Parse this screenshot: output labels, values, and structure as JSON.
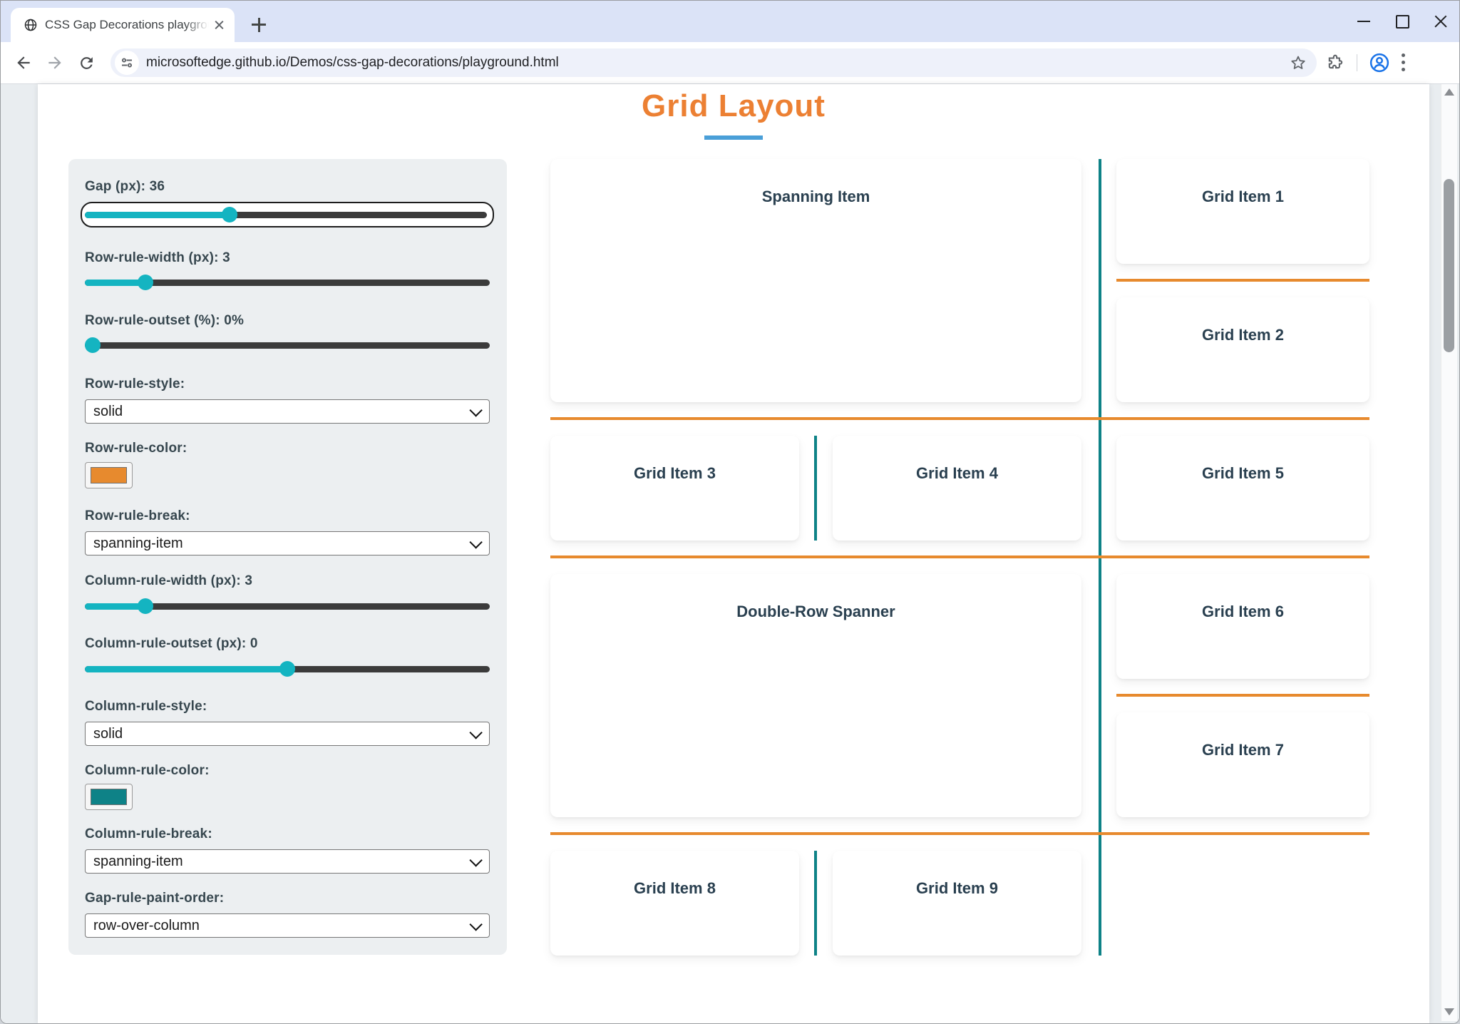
{
  "browser": {
    "tab_title": "CSS Gap Decorations playgroun",
    "url": "microsoftedge.github.io/Demos/css-gap-decorations/playground.html",
    "icons": {
      "favicon": "globe-icon",
      "back": "back-arrow-icon",
      "forward": "forward-arrow-icon",
      "reload": "reload-icon",
      "site_info": "tune-icon",
      "bookmark": "star-icon",
      "extensions": "puzzle-icon",
      "profile": "person-icon",
      "menu": "kebab-menu-icon",
      "minimize": "minimize-icon",
      "maximize": "maximize-icon",
      "close": "close-icon"
    }
  },
  "page": {
    "title": "Grid Layout",
    "title_color": "#EC8033",
    "underline_color": "#4A9FD8"
  },
  "panel": {
    "slider_accent": "#14B4C1",
    "controls": [
      {
        "label": "Gap (px): 36",
        "type": "slider",
        "percent": 36,
        "focused": true
      },
      {
        "label": "Row-rule-width (px): 3",
        "type": "slider",
        "percent": 15
      },
      {
        "label": "Row-rule-outset (%): 0%",
        "type": "slider",
        "percent": 0
      },
      {
        "label": "Row-rule-style:",
        "type": "select",
        "value": "solid"
      },
      {
        "label": "Row-rule-color:",
        "type": "color",
        "value": "#E78A2E"
      },
      {
        "label": "Row-rule-break:",
        "type": "select",
        "value": "spanning-item"
      },
      {
        "label": "Column-rule-width (px): 3",
        "type": "slider",
        "percent": 15
      },
      {
        "label": "Column-rule-outset (px): 0",
        "type": "slider",
        "percent": 50
      },
      {
        "label": "Column-rule-style:",
        "type": "select",
        "value": "solid"
      },
      {
        "label": "Column-rule-color:",
        "type": "color",
        "value": "#0E8287"
      },
      {
        "label": "Column-rule-break:",
        "type": "select",
        "value": "spanning-item"
      },
      {
        "label": "Gap-rule-paint-order:",
        "type": "select",
        "value": "row-over-column"
      }
    ]
  },
  "grid": {
    "row_rule_color": "#E78A2E",
    "column_rule_color": "#0E8287",
    "paint_order": "row-over-column",
    "items": [
      {
        "label": "Spanning Item"
      },
      {
        "label": "Grid Item 1"
      },
      {
        "label": "Grid Item 2"
      },
      {
        "label": "Grid Item 3"
      },
      {
        "label": "Grid Item 4"
      },
      {
        "label": "Grid Item 5"
      },
      {
        "label": "Double-Row Spanner"
      },
      {
        "label": "Grid Item 6"
      },
      {
        "label": "Grid Item 7"
      },
      {
        "label": "Grid Item 8"
      },
      {
        "label": "Grid Item 9"
      }
    ]
  }
}
